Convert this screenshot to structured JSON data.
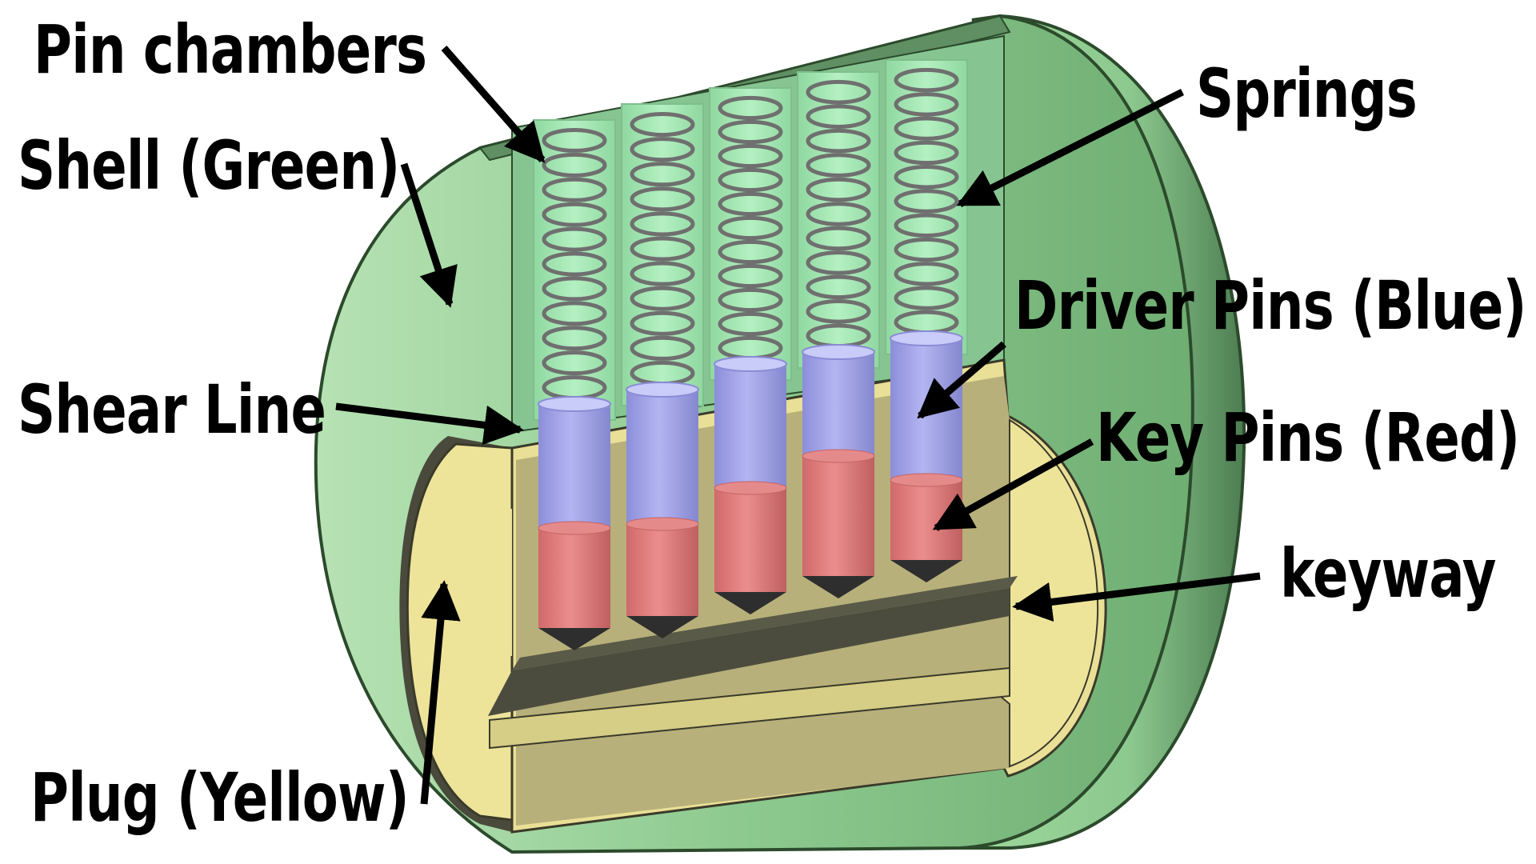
{
  "labels": {
    "pin_chambers": "Pin chambers",
    "shell": "Shell (Green)",
    "shear_line": "Shear Line",
    "plug": "Plug (Yellow)",
    "springs": "Springs",
    "driver_pins": "Driver Pins (Blue)",
    "key_pins": "Key Pins (Red)",
    "keyway": "keyway"
  },
  "colors": {
    "shell": "#8cc98e",
    "plug": "#ede49a",
    "driver_pins": "#a6a8ec",
    "key_pins": "#e07c7c",
    "springs": "#707070",
    "chambers": "#a6e8b4"
  },
  "pin_count": 5
}
